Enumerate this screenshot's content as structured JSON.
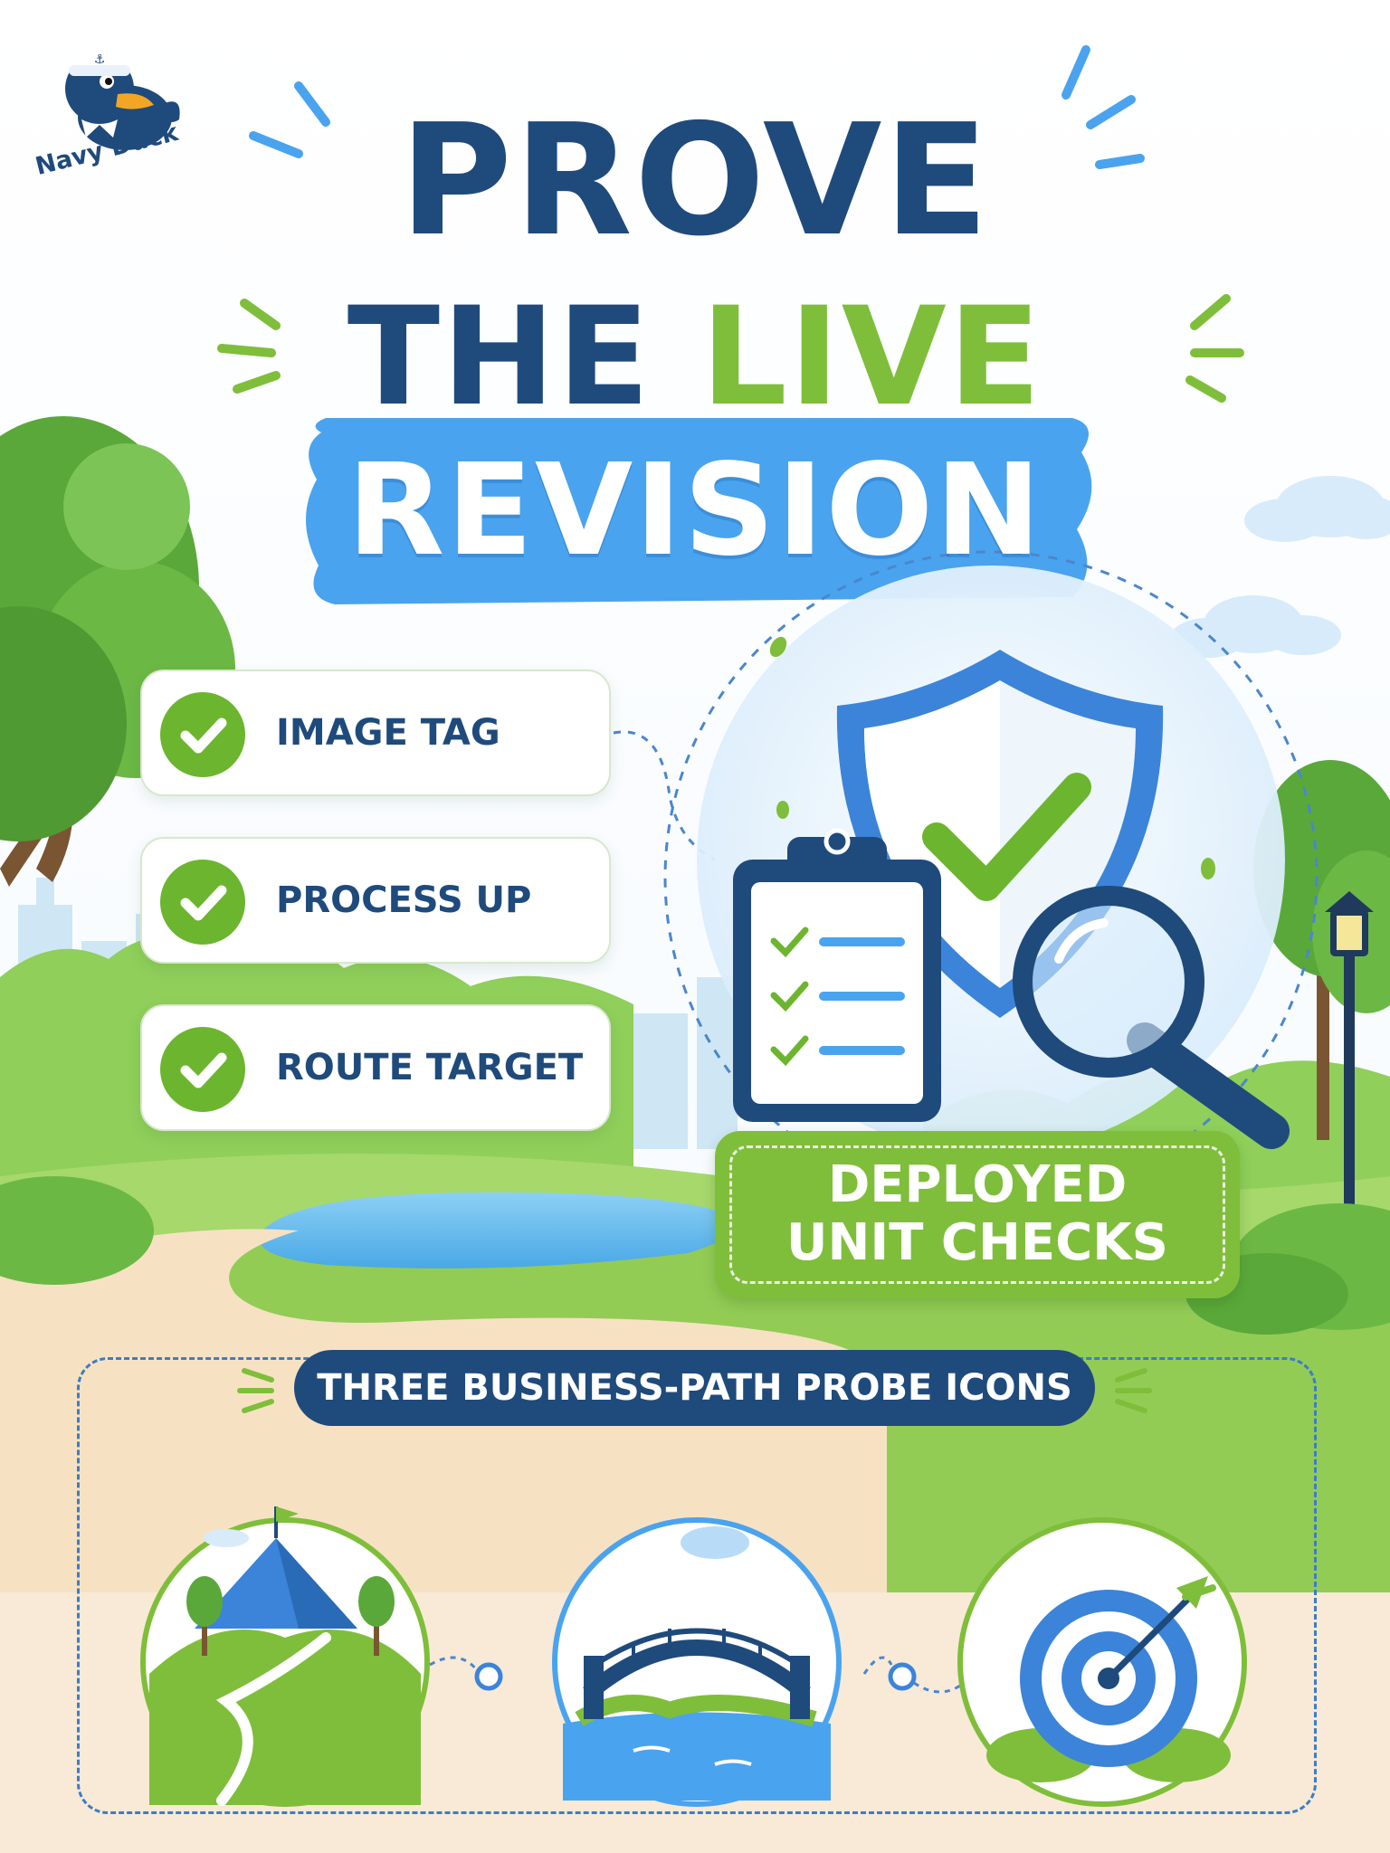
{
  "brand": {
    "name": "Navy Duck",
    "logo_icon": "sailor-duck-icon"
  },
  "title": {
    "line_1": "PROVE",
    "line_2_part_1": "THE ",
    "line_2_part_2": "LIVE",
    "line_3": "REVISION"
  },
  "checks": [
    {
      "label": "IMAGE TAG",
      "icon": "check-circle-icon"
    },
    {
      "label": "PROCESS UP",
      "icon": "check-circle-icon"
    },
    {
      "label": "ROUTE TARGET",
      "icon": "check-circle-icon"
    }
  ],
  "badge": {
    "line_1": "DEPLOYED",
    "line_2": "UNIT CHECKS"
  },
  "hero_icons": [
    "shield-check-icon",
    "clipboard-checklist-icon",
    "magnifying-glass-icon"
  ],
  "probes": {
    "heading": "THREE BUSINESS-PATH PROBE ICONS",
    "icons": [
      "mountain-path-icon",
      "bridge-icon",
      "target-arrow-icon"
    ]
  },
  "colors": {
    "navy": "#1f4a7c",
    "green": "#7fbe3a",
    "blue": "#4aa3ee",
    "check_green": "#6cb52e"
  }
}
